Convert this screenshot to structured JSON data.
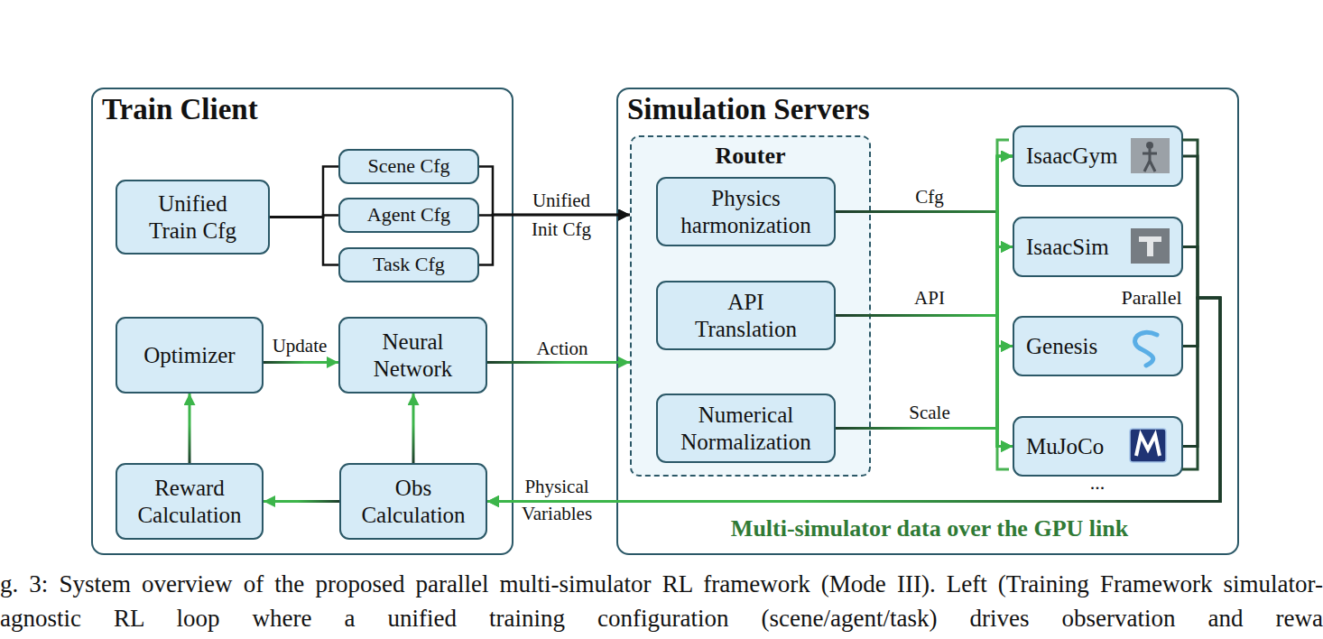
{
  "diagram": {
    "caption": "g. 3: System overview of the proposed parallel multi-simulator RL framework (Mode III). Left (Training Framework simulator-agnostic RL loop where a unified training configuration (scene/agent/task) drives observation and rewa",
    "nodes": [
      {
        "text": [
          "Train Client"
        ]
      },
      {
        "text": [
          "Unified Train Cfg"
        ],
        "in": 0
      },
      {
        "text": [
          "Scene Cfg"
        ],
        "in": 0
      },
      {
        "text": [
          "Agent Cfg"
        ],
        "in": 0
      },
      {
        "text": [
          "Task Cfg"
        ],
        "in": 0
      },
      {
        "text": [
          "Optimizer"
        ],
        "in": 0
      },
      {
        "text": [
          "Neural Network"
        ],
        "in": 0
      },
      {
        "text": [
          "Reward Calculation"
        ],
        "in": 0
      },
      {
        "text": [
          "Obs Calculation"
        ],
        "in": 0
      },
      {
        "text": [
          "Simulation Servers"
        ]
      },
      {
        "text": [
          "Router"
        ],
        "in": 9
      },
      {
        "text": [
          "Physics harmonization"
        ],
        "in": 10
      },
      {
        "text": [
          "API Translation"
        ],
        "in": 10
      },
      {
        "text": [
          "Numerical Normalization"
        ],
        "in": 10
      },
      {
        "text": [
          "IsaacGym"
        ],
        "in": 9
      },
      {
        "text": [
          "IsaacSim"
        ],
        "in": 9
      },
      {
        "text": [
          "Genesis"
        ],
        "in": 9
      },
      {
        "text": [
          "MuJoCo"
        ],
        "in": 9
      }
    ],
    "edges": [
      {
        "from": 1,
        "to": 2,
        "arrow": "none"
      },
      {
        "from": 1,
        "to": 3,
        "arrow": "none"
      },
      {
        "from": 1,
        "to": 4,
        "arrow": "none"
      },
      {
        "from": 2,
        "to": 10,
        "arrow": "to"
      },
      {
        "from": 3,
        "to": 10,
        "label": "Unified Init Cfg",
        "arrow": "to"
      },
      {
        "from": 4,
        "to": 10,
        "arrow": "to"
      },
      {
        "from": 5,
        "to": 6,
        "label": "Update",
        "arrow": "to"
      },
      {
        "from": 6,
        "to": 10,
        "label": "Action",
        "arrow": "to"
      },
      {
        "from": 7,
        "to": 5,
        "arrow": "to"
      },
      {
        "from": 8,
        "to": 6,
        "arrow": "to"
      },
      {
        "from": 8,
        "to": 7,
        "arrow": "to"
      },
      {
        "from": 11,
        "to": 14,
        "label": "Cfg",
        "arrow": "to"
      },
      {
        "from": 11,
        "to": 15,
        "arrow": "to"
      },
      {
        "from": 11,
        "to": 16,
        "arrow": "to"
      },
      {
        "from": 11,
        "to": 17,
        "arrow": "to"
      },
      {
        "from": 12,
        "to": 14,
        "label": "API",
        "arrow": "to"
      },
      {
        "from": 12,
        "to": 15,
        "arrow": "to"
      },
      {
        "from": 12,
        "to": 16,
        "arrow": "to"
      },
      {
        "from": 12,
        "to": 17,
        "arrow": "to"
      },
      {
        "from": 13,
        "to": 14,
        "label": "Scale",
        "arrow": "to"
      },
      {
        "from": 13,
        "to": 15,
        "arrow": "to"
      },
      {
        "from": 13,
        "to": 16,
        "arrow": "to"
      },
      {
        "from": 13,
        "to": 17,
        "arrow": "to"
      },
      {
        "from": 14,
        "to": 8,
        "label": "Physical Variables",
        "arrow": "to"
      },
      {
        "from": 15,
        "to": 8,
        "arrow": "to"
      },
      {
        "from": 16,
        "to": 8,
        "arrow": "to"
      },
      {
        "from": 17,
        "to": 8,
        "arrow": "to"
      }
    ],
    "labels": [
      "Parallel",
      "...",
      "Multi-simulator data over the GPU link"
    ]
  }
}
